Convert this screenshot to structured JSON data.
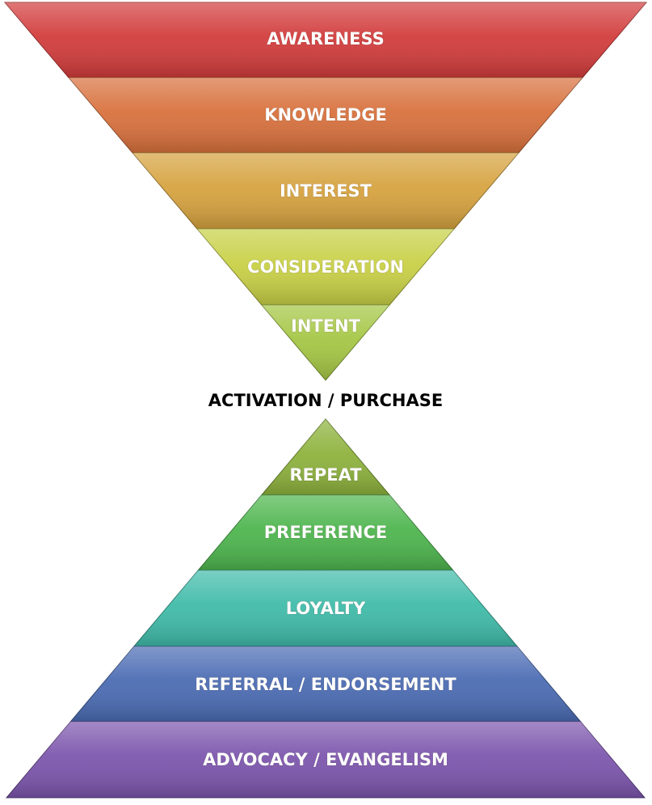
{
  "funnel": {
    "tiers": [
      {
        "label": "AWARENESS",
        "color": "#d23b3b"
      },
      {
        "label": "KNOWLEDGE",
        "color": "#d8703c"
      },
      {
        "label": "INTEREST",
        "color": "#d6a23e"
      },
      {
        "label": "CONSIDERATION",
        "color": "#c8d045"
      },
      {
        "label": "INTENT",
        "color": "#a4c643"
      }
    ]
  },
  "center": {
    "label": "ACTIVATION / PURCHASE"
  },
  "pyramid": {
    "tiers": [
      {
        "label": "REPEAT",
        "color": "#8db23c"
      },
      {
        "label": "PREFERENCE",
        "color": "#4db54d"
      },
      {
        "label": "LOYALTY",
        "color": "#3fbba9"
      },
      {
        "label": "REFERRAL / ENDORSEMENT",
        "color": "#4a6bb3"
      },
      {
        "label": "ADVOCACY / EVANGELISM",
        "color": "#7c55ad"
      }
    ]
  }
}
